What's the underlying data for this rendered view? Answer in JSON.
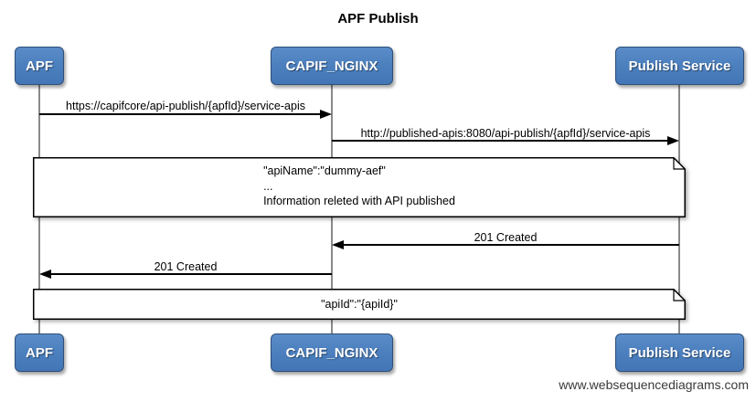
{
  "title": "APF Publish",
  "actors": [
    {
      "name": "APF"
    },
    {
      "name": "CAPIF_NGINX"
    },
    {
      "name": "Publish Service"
    }
  ],
  "messages": [
    {
      "label": "https://capifcore/api-publish/{apfId}/service-apis",
      "from": "APF",
      "to": "CAPIF_NGINX",
      "direction": "right"
    },
    {
      "label": "http://published-apis:8080/api-publish/{apfId}/service-apis",
      "from": "CAPIF_NGINX",
      "to": "Publish Service",
      "direction": "right"
    },
    {
      "label": "201 Created",
      "from": "Publish Service",
      "to": "CAPIF_NGINX",
      "direction": "left"
    },
    {
      "label": "201 Created",
      "from": "CAPIF_NGINX",
      "to": "APF",
      "direction": "left"
    }
  ],
  "notes": [
    {
      "lines": [
        "\"apiName\":\"dummy-aef\"",
        "...",
        "Information releted with API published"
      ]
    },
    {
      "lines": [
        "\"apiId\":\"{apiId}\""
      ]
    }
  ],
  "watermark": "www.websequencediagrams.com",
  "colors": {
    "actor_fill": "#4a7ebc",
    "actor_fill_light": "#5b8cc9",
    "actor_border": "#2e4f78",
    "actor_text": "#ffffff",
    "lifeline": "#8a8a8a",
    "line": "#000000",
    "note_fill": "#ffffff",
    "watermark": "#3a3a3a"
  }
}
